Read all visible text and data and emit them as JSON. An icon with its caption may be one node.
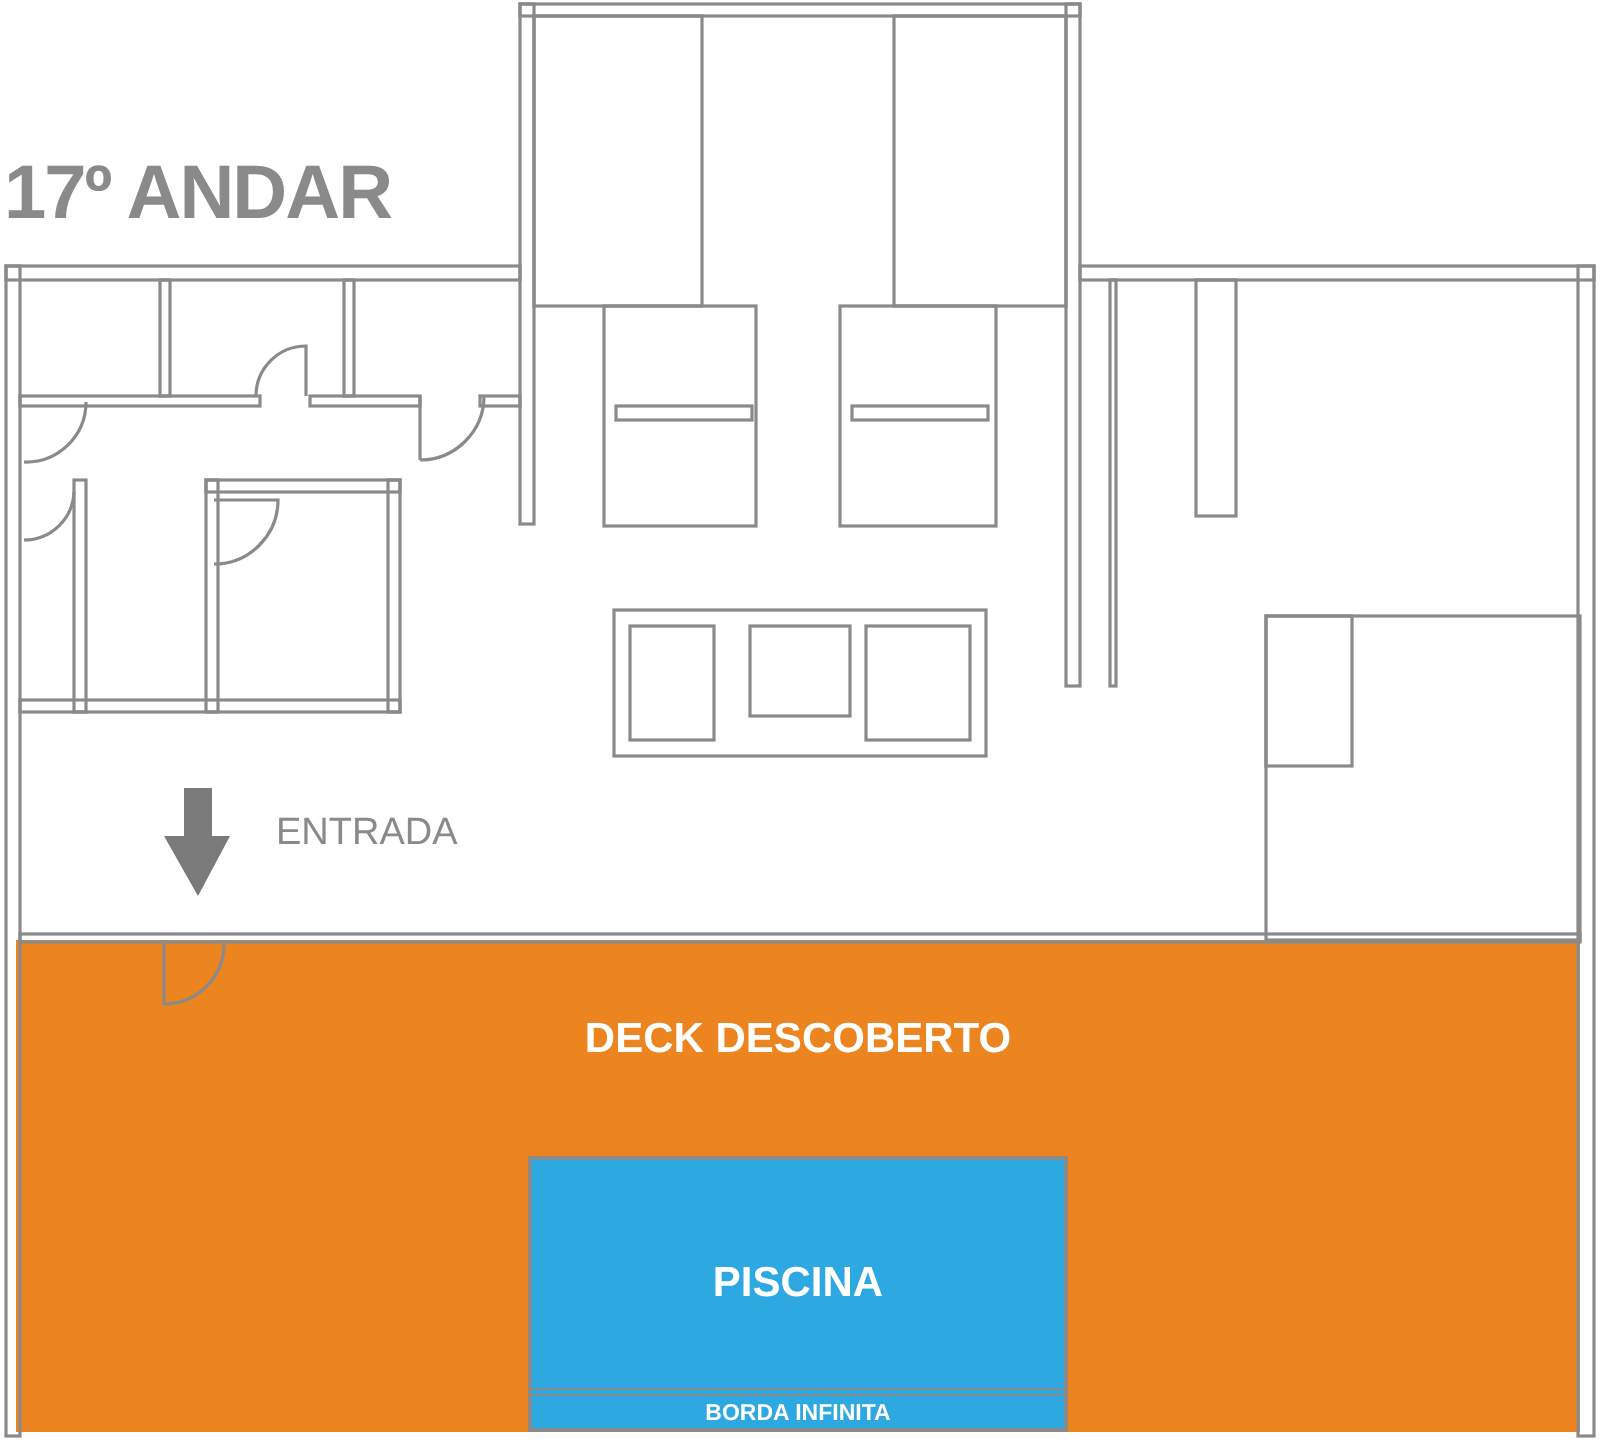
{
  "diagram": {
    "title": "17º ANDAR",
    "nodes": [
      {
        "text": [
          "DECK DESCOBERTO"
        ]
      },
      {
        "text": [
          "PISCINA"
        ],
        "in": 0
      },
      {
        "text": [
          "BORDA INFINITA"
        ],
        "in": 1
      }
    ],
    "labels": [
      "ENTRADA"
    ]
  }
}
